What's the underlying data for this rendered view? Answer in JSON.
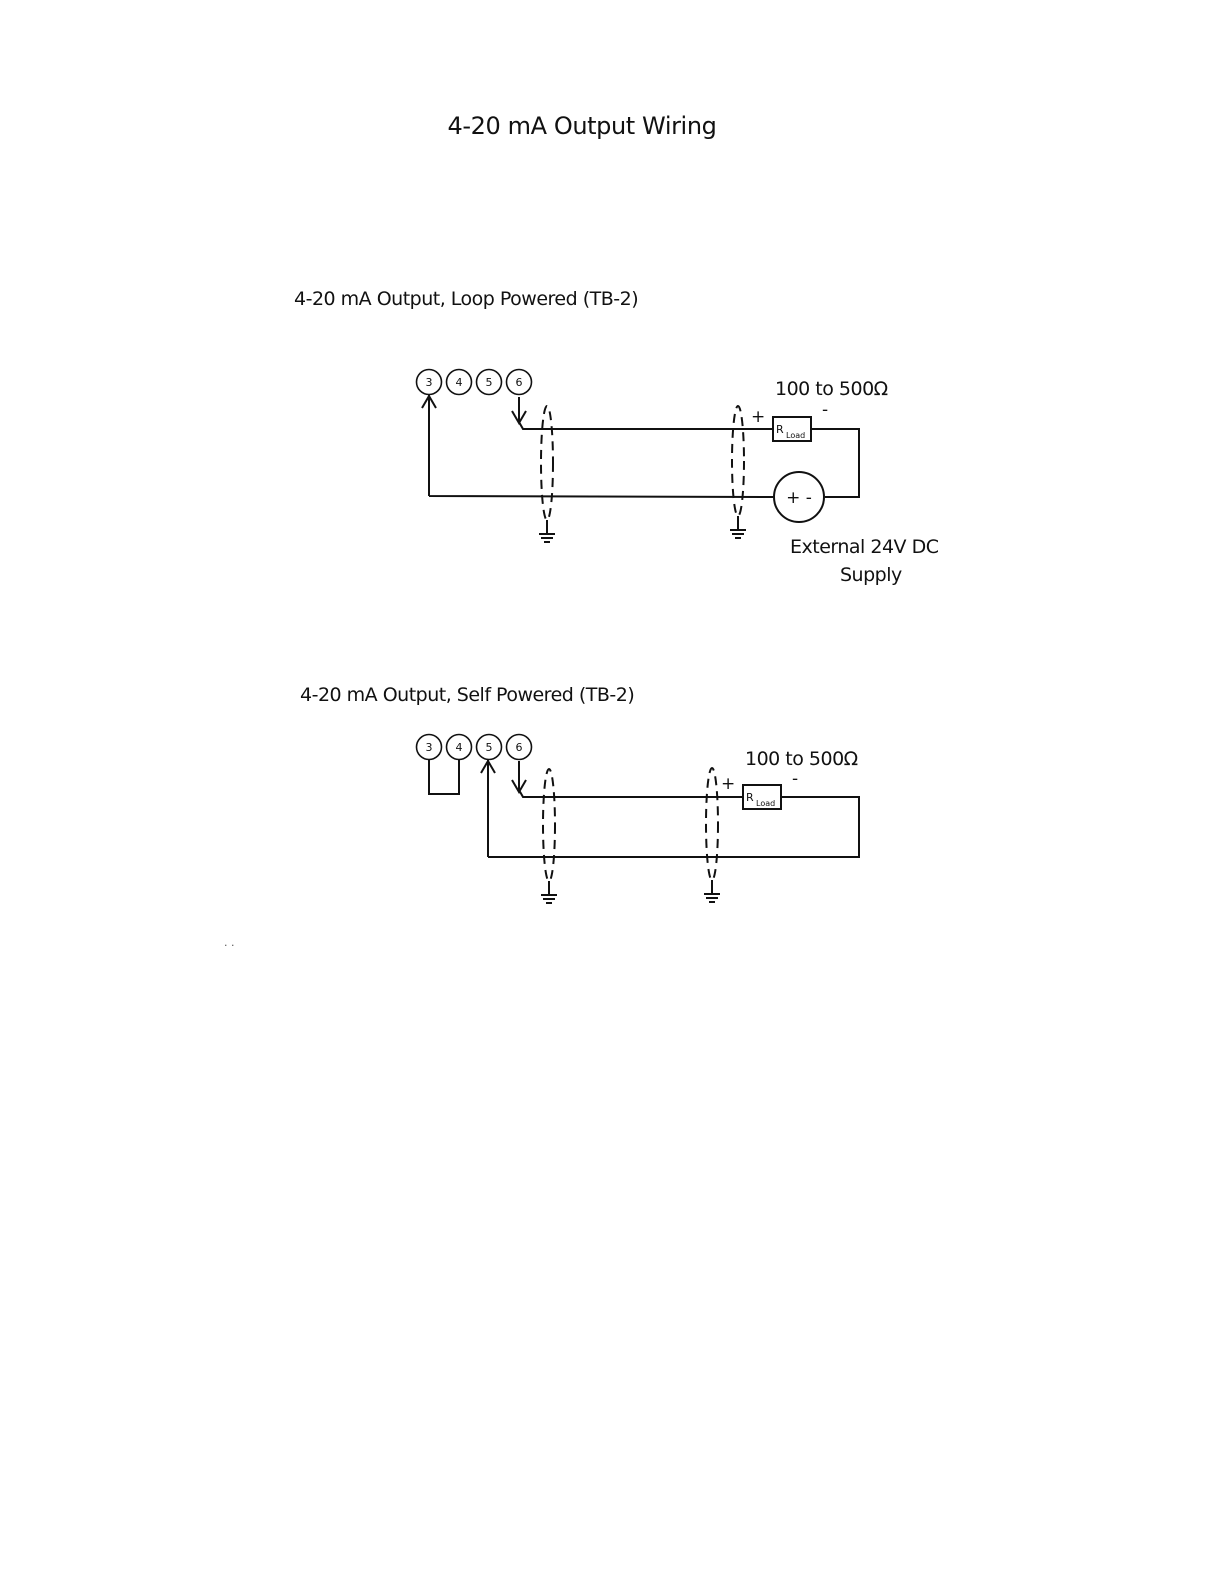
{
  "title": "4-20 mA Output Wiring",
  "loop_powered": {
    "heading": "4-20 mA Output, Loop Powered (TB-2)",
    "terminals": [
      "3",
      "4",
      "5",
      "6"
    ],
    "resistance_range": "100  to 500Ω",
    "resistor_label": "R",
    "resistor_sub": "Load",
    "plus": "+",
    "minus": "-",
    "supply_signs": "+  -",
    "supply_label_line1": "External  24V  DC",
    "supply_label_line2": "Supply"
  },
  "self_powered": {
    "heading": "4-20 mA Output, Self Powered (TB-2)",
    "terminals": [
      "3",
      "4",
      "5",
      "6"
    ],
    "resistance_range": "100  to 500Ω",
    "resistor_label": "R",
    "resistor_sub": "Load",
    "plus": "+",
    "minus": "-"
  },
  "stray_marks": ". ."
}
